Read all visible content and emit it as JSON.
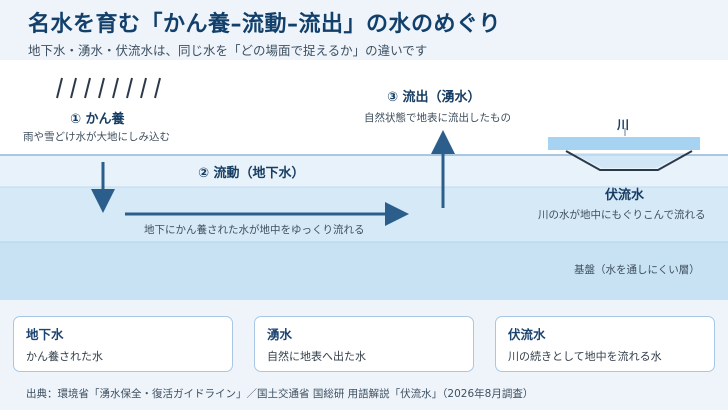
{
  "header": {
    "title": "名水を育む「かん養–流動–流出」の水のめぐり",
    "subtitle": "地下水・湧水・伏流水は、同じ水を「どの場面で捉えるか」の違いです"
  },
  "diagram": {
    "step1": {
      "title": "① かん養",
      "note": "雨や雪どけ水が大地にしみ込む"
    },
    "step2": {
      "title": "② 流動（地下水）",
      "note": "地下にかん養された水が地中をゆっくり流れる"
    },
    "step3": {
      "title": "③ 流出（湧水）",
      "note": "自然状態で地表に流出したもの"
    },
    "river": {
      "label": "川",
      "title": "伏流水",
      "note": "川の水が地中にもぐりこんで流れる"
    },
    "bedrock": "基盤（水を通しにくい層）"
  },
  "cards": [
    {
      "title": "地下水",
      "desc": "かん養された水"
    },
    {
      "title": "湧水",
      "desc": "自然に地表へ出た水"
    },
    {
      "title": "伏流水",
      "desc": "川の続きとして地中を流れる水"
    }
  ],
  "source": "出典：環境省「湧水保全・復活ガイドライン」／国土交通省 国総研 用語解説「伏流水」（2026年8月調査）",
  "colors": {
    "title": "#12406b",
    "arrow": "#2c5e8c",
    "water": "#a7d3f2",
    "card_border": "#a9c7e4"
  }
}
